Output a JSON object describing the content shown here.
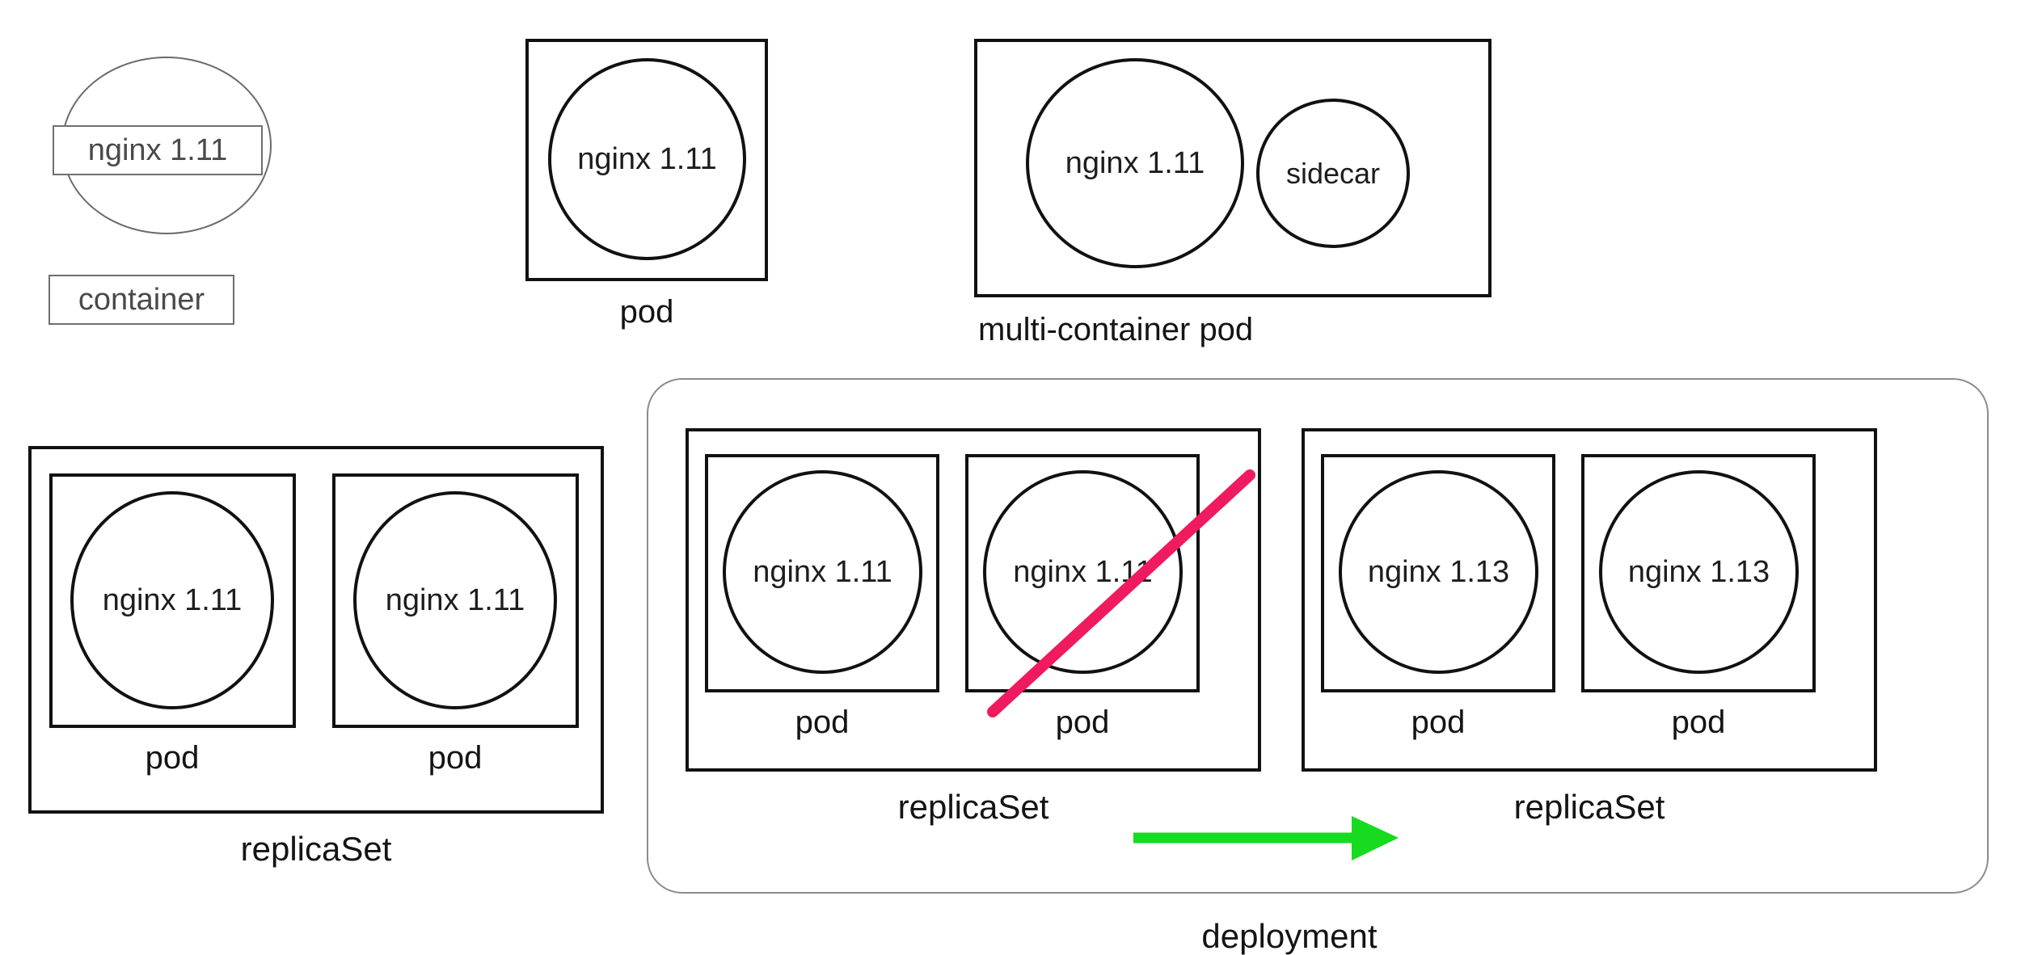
{
  "diagram": {
    "title": "Kubernetes container / pod / replicaSet / deployment concepts",
    "colors": {
      "stroke_bold": "#111111",
      "stroke_thin": "#6b6b6b",
      "strike_red": "#ef1b5e",
      "arrow_green": "#16db1e",
      "background": "#ffffff"
    }
  },
  "container_figure": {
    "image_label": "nginx 1.11",
    "caption": "container"
  },
  "pod_figure": {
    "image_label": "nginx 1.11",
    "caption": "pod"
  },
  "multi_container_pod_figure": {
    "main_container_label": "nginx 1.11",
    "sidecar_container_label": "sidecar",
    "caption": "multi-container pod"
  },
  "replicaset_figure": {
    "caption": "replicaSet",
    "pods": [
      {
        "image_label": "nginx 1.11",
        "caption": "pod"
      },
      {
        "image_label": "nginx 1.11",
        "caption": "pod"
      }
    ]
  },
  "deployment_figure": {
    "caption": "deployment",
    "transition_arrow": "arrow-right-green",
    "old_replicaset": {
      "caption": "replicaSet",
      "pods": [
        {
          "image_label": "nginx 1.11",
          "caption": "pod",
          "struck_out": false
        },
        {
          "image_label": "nginx 1.11",
          "caption": "pod",
          "struck_out": true
        }
      ]
    },
    "new_replicaset": {
      "caption": "replicaSet",
      "pods": [
        {
          "image_label": "nginx 1.13",
          "caption": "pod",
          "struck_out": false
        },
        {
          "image_label": "nginx 1.13",
          "caption": "pod",
          "struck_out": false
        }
      ]
    }
  }
}
